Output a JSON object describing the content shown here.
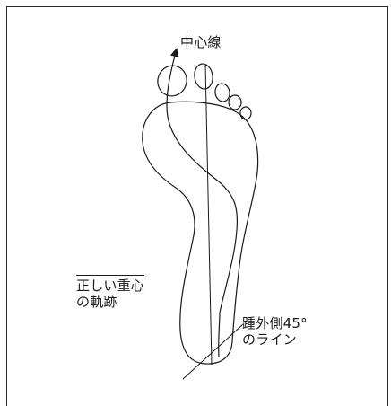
{
  "labels": {
    "center_line": "中心線",
    "trajectory_line1": "正しい重心",
    "trajectory_line2": "の軌跡",
    "heel_line_line1": "踵外側45°",
    "heel_line_line2": "のライン"
  }
}
